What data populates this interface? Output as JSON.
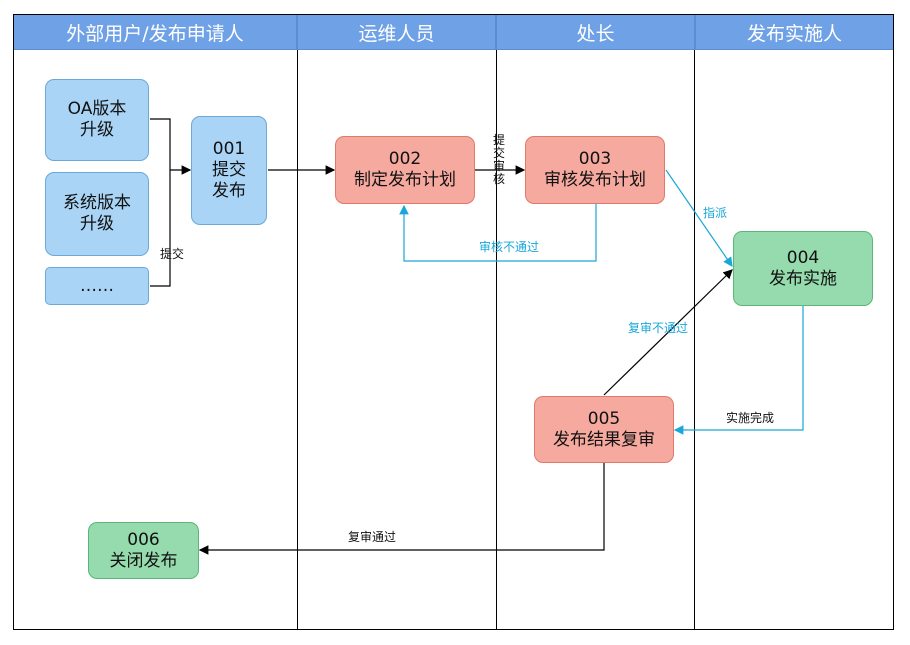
{
  "lanes": [
    {
      "title": "外部用户/发布申请人"
    },
    {
      "title": "运维人员"
    },
    {
      "title": "处长"
    },
    {
      "title": "发布实施人"
    }
  ],
  "nodes": {
    "oa": {
      "line1": "OA版本",
      "line2": "升级"
    },
    "sys": {
      "line1": "系统版本",
      "line2": "升级"
    },
    "more": {
      "line1": "……"
    },
    "n001": {
      "line1": "001",
      "line2": "提交",
      "line3": "发布"
    },
    "n002": {
      "line1": "002",
      "line2": "制定发布计划"
    },
    "n003": {
      "line1": "003",
      "line2": "审核发布计划"
    },
    "n004": {
      "line1": "004",
      "line2": "发布实施"
    },
    "n005": {
      "line1": "005",
      "line2": "发布结果复审"
    },
    "n006": {
      "line1": "006",
      "line2": "关闭发布"
    }
  },
  "edges": {
    "submit": "提交",
    "submit_review": [
      "提",
      "交",
      "审",
      "核"
    ],
    "review_reject": "审核不通过",
    "assign": "指派",
    "done": "实施完成",
    "recheck_reject": "复审不通过",
    "recheck_pass": "复审通过"
  },
  "colors": {
    "header": "#6fa1e6",
    "blue_node": "#a9d4f5",
    "red_node": "#f6a99f",
    "green_node": "#95dbad",
    "cyan_edge": "#19a7d8"
  }
}
